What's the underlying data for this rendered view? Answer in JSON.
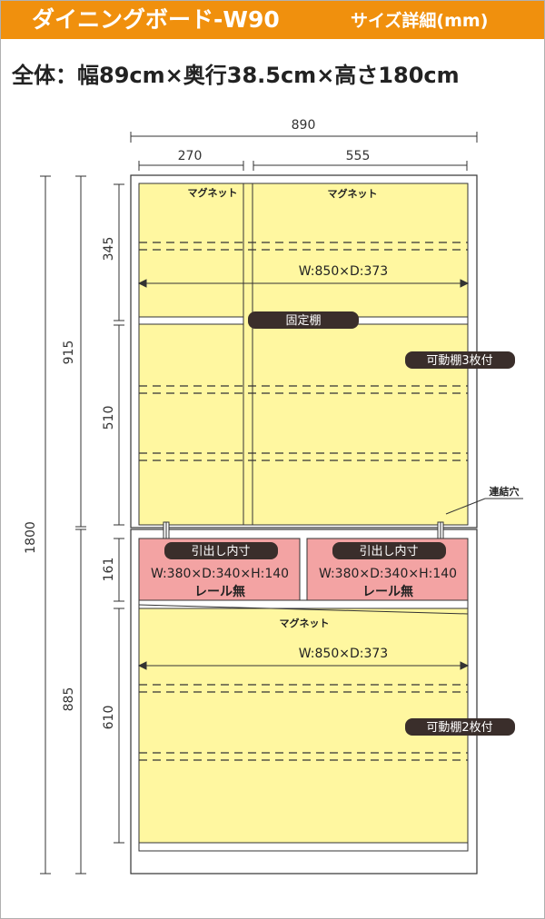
{
  "header": {
    "title": "ダイニングボード-W90",
    "subtitle": "サイズ詳細(mm)",
    "bg_color": "#f0900d"
  },
  "overall": "全体：幅89cm×奥行38.5cm×高さ180cm",
  "dimensions": {
    "total_width": "890",
    "left_width": "270",
    "right_width": "555",
    "total_height": "1800",
    "upper_height": "915",
    "lower_height": "885",
    "top_section": "345",
    "mid_section": "510",
    "drawer_section": "161",
    "bottom_section": "610"
  },
  "labels": {
    "magnet_left": "マグネット",
    "magnet_right": "マグネット",
    "magnet_lower": "マグネット",
    "upper_shelf_size": "W:850×D:373",
    "lower_shelf_size": "W:850×D:373",
    "fixed_shelf": "固定棚",
    "movable_upper": "可動棚3枚付",
    "movable_lower": "可動棚2枚付",
    "connect_hole": "連結穴"
  },
  "drawers": [
    {
      "title": "引出し内寸",
      "size": "W:380×D:340×H:140",
      "note": "レール無"
    },
    {
      "title": "引出し内寸",
      "size": "W:380×D:340×H:140",
      "note": "レール無"
    }
  ],
  "colors": {
    "panel_yellow": "#fff7a0",
    "drawer_pink": "#f3a3a3",
    "pill_dark": "#3a2e2b"
  }
}
